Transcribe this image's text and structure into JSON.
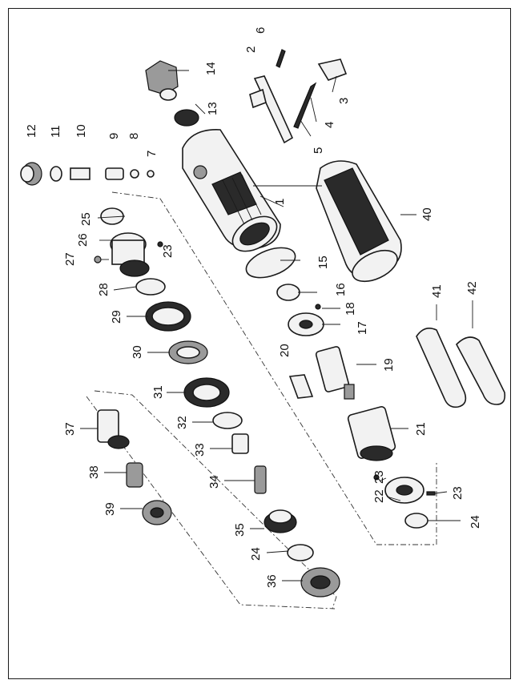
{
  "labels": {
    "l1": "1",
    "l2": "2",
    "l3": "3",
    "l4": "4",
    "l5": "5",
    "l6": "6",
    "l7": "7",
    "l8": "8",
    "l9": "9",
    "l10": "10",
    "l11": "11",
    "l12": "12",
    "l13": "13",
    "l14": "14",
    "l15": "15",
    "l16": "16",
    "l17": "17",
    "l18": "18",
    "l19": "19",
    "l20": "20",
    "l21": "21",
    "l22": "22",
    "l23a": "23",
    "l23b": "23",
    "l23c": "23",
    "l24a": "24",
    "l24b": "24",
    "l25": "25",
    "l26": "26",
    "l27": "27",
    "l28": "28",
    "l29": "29",
    "l30": "30",
    "l31": "31",
    "l32": "32",
    "l33": "33",
    "l34": "34",
    "l35": "35",
    "l36": "36",
    "l37": "37",
    "l38": "38",
    "l39": "39",
    "l40": "40",
    "l41": "41",
    "l42": "42"
  }
}
